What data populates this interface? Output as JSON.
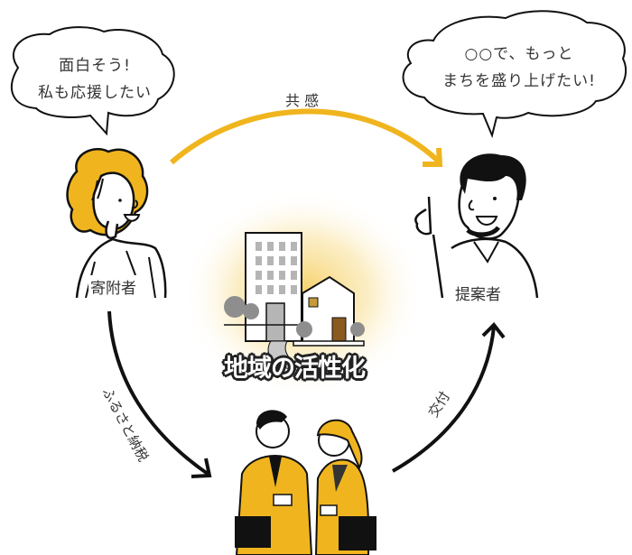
{
  "colors": {
    "accent_yellow": "#F0B51E",
    "glow_yellow": "#F7D26A",
    "ink": "#111111",
    "building_gray": "#9A9A9A",
    "door_brown": "#8A5A1E"
  },
  "bubbles": {
    "donor": {
      "line1": "面白そう!",
      "line2": "私も応援したい"
    },
    "proposer": {
      "line1": "○○で、もっと",
      "line2": "まちを盛り上げたい!"
    }
  },
  "actors": {
    "donor": {
      "label": "寄附者"
    },
    "proposer": {
      "label": "提案者"
    },
    "municipality": {
      "label": ""
    }
  },
  "arrows": {
    "sympathy": {
      "label": "共 感"
    },
    "furusato_tax": {
      "label": "ふるさと納税"
    },
    "grant": {
      "label": "交付"
    }
  },
  "center": {
    "title": "地域の活性化"
  }
}
